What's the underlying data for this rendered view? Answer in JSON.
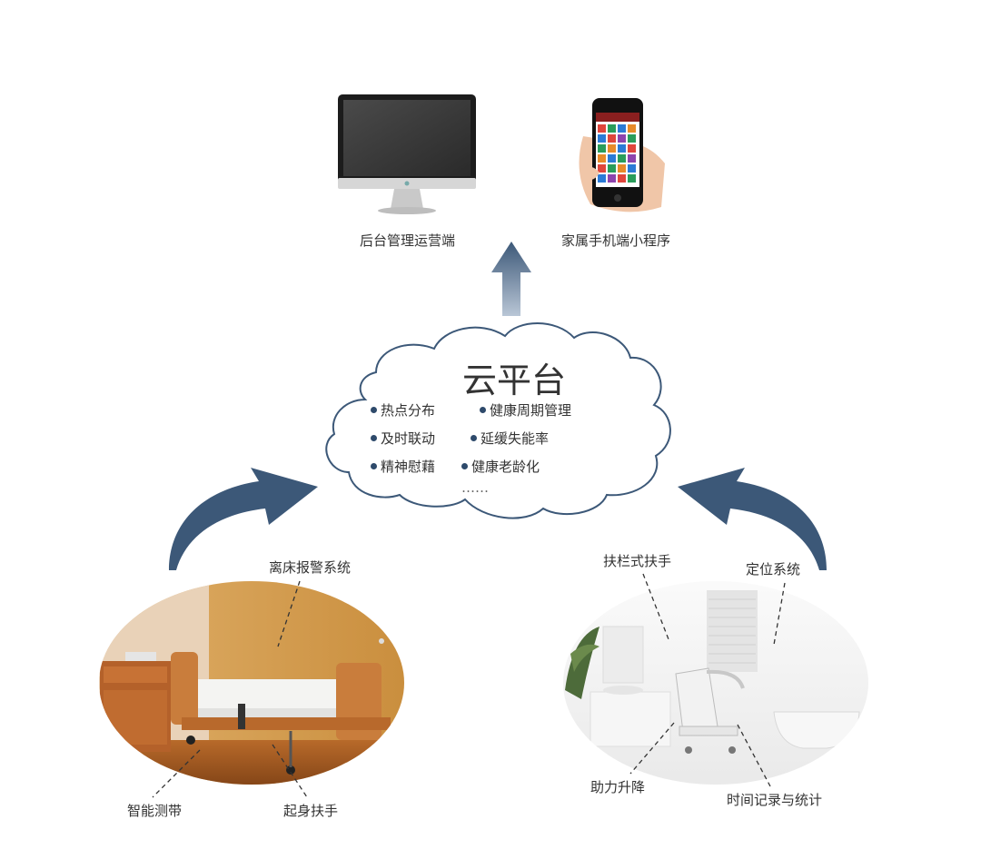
{
  "top": {
    "monitor_label": "后台管理运营端",
    "phone_label": "家属手机端小程序",
    "phone_app_title": "温馨家园"
  },
  "cloud": {
    "title": "云平台",
    "features": [
      "热点分布",
      "健康周期管理",
      "及时联动",
      "延缓失能率",
      "精神慰藉",
      "健康老龄化"
    ],
    "ellipsis": "……"
  },
  "bedroom": {
    "alarm_label": "离床报警系统",
    "sensor_label": "智能测带",
    "rail_label": "起身扶手"
  },
  "bathroom": {
    "grab_label": "扶栏式扶手",
    "locate_label": "定位系统",
    "lift_label": "助力升降",
    "record_label": "时间记录与统计"
  },
  "colors": {
    "arrow": "#3c5878",
    "cloud_stroke": "#3c5878",
    "dot": "#2e4a6b"
  }
}
